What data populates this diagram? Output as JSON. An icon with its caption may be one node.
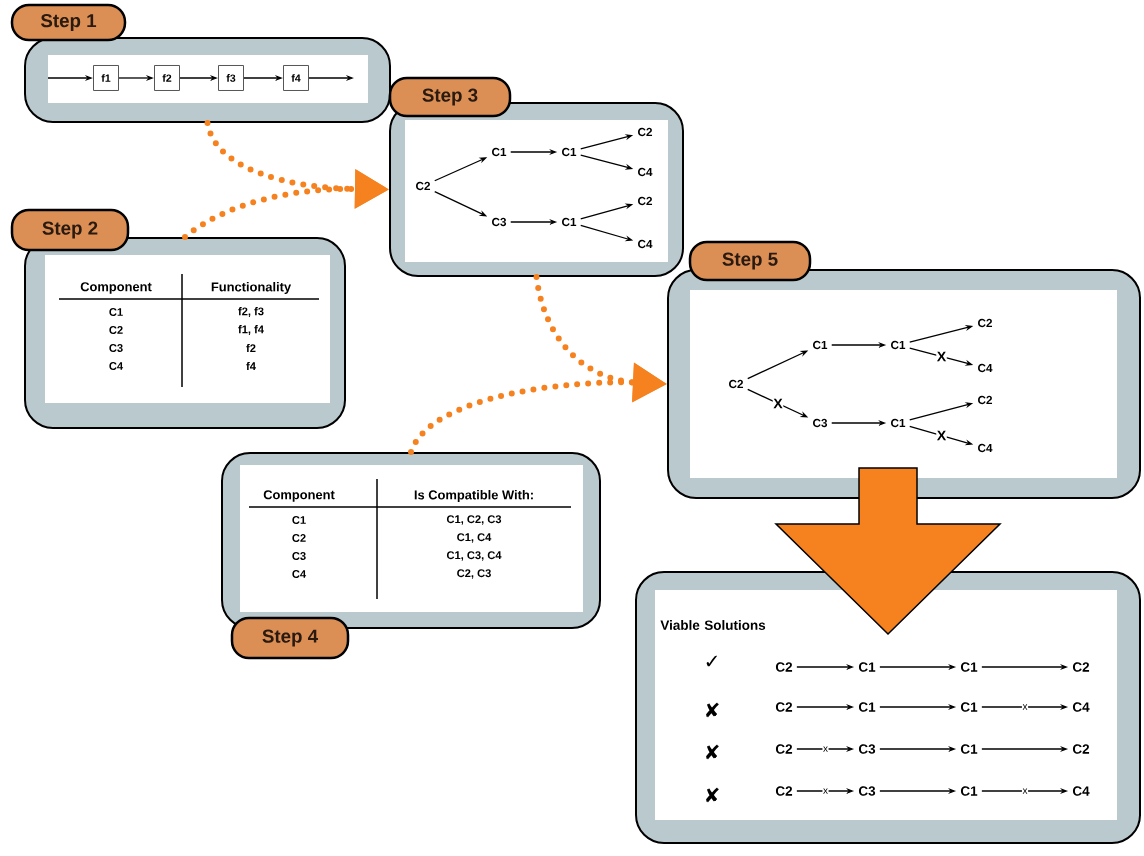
{
  "diagram": {
    "nodes": [
      {
        "text": [
          "Step 1"
        ]
      },
      {
        "text": [
          "f1"
        ],
        "in": 0
      },
      {
        "text": [
          "f2"
        ],
        "in": 0
      },
      {
        "text": [
          "f3"
        ],
        "in": 0
      },
      {
        "text": [
          "f4"
        ],
        "in": 0
      },
      {
        "text": [
          "Step 2"
        ]
      },
      {
        "text": [
          "Component",
          "Functionality",
          "C1",
          "f2, f3",
          "C2",
          "f1, f4",
          "C3",
          "f2",
          "C4",
          "f4"
        ],
        "in": 5
      },
      {
        "text": [
          "Step 3"
        ]
      },
      {
        "text": [
          "C2"
        ],
        "in": 7
      },
      {
        "text": [
          "C1"
        ],
        "in": 7
      },
      {
        "text": [
          "C1"
        ],
        "in": 7
      },
      {
        "text": [
          "C2"
        ],
        "in": 7
      },
      {
        "text": [
          "C4"
        ],
        "in": 7
      },
      {
        "text": [
          "C3"
        ],
        "in": 7
      },
      {
        "text": [
          "C1"
        ],
        "in": 7
      },
      {
        "text": [
          "C2"
        ],
        "in": 7
      },
      {
        "text": [
          "C4"
        ],
        "in": 7
      },
      {
        "text": [
          "Step 4"
        ]
      },
      {
        "text": [
          "Component",
          "Is Compatible With:",
          "C1",
          "C1, C2, C3",
          "C2",
          "C1, C4",
          "C3",
          "C1, C3, C4",
          "C4",
          "C2, C3"
        ],
        "in": 17
      },
      {
        "text": [
          "Step 5"
        ]
      },
      {
        "text": [
          "C2"
        ],
        "in": 19
      },
      {
        "text": [
          "C1"
        ],
        "in": 19
      },
      {
        "text": [
          "C1"
        ],
        "in": 19
      },
      {
        "text": [
          "C2"
        ],
        "in": 19
      },
      {
        "text": [
          "C4"
        ],
        "in": 19
      },
      {
        "text": [
          "C3"
        ],
        "in": 19
      },
      {
        "text": [
          "C1"
        ],
        "in": 19
      },
      {
        "text": [
          "C2"
        ],
        "in": 19
      },
      {
        "text": [
          "C4"
        ],
        "in": 19
      },
      {
        "text": [
          "Viable Solutions"
        ]
      },
      {
        "text": [
          "C2"
        ],
        "in": 29
      },
      {
        "text": [
          "C1"
        ],
        "in": 29
      },
      {
        "text": [
          "C1"
        ],
        "in": 29
      },
      {
        "text": [
          "C2"
        ],
        "in": 29
      },
      {
        "text": [
          "C2"
        ],
        "in": 29
      },
      {
        "text": [
          "C1"
        ],
        "in": 29
      },
      {
        "text": [
          "C1"
        ],
        "in": 29
      },
      {
        "text": [
          "C4"
        ],
        "in": 29
      },
      {
        "text": [
          "C2"
        ],
        "in": 29
      },
      {
        "text": [
          "C3"
        ],
        "in": 29
      },
      {
        "text": [
          "C1"
        ],
        "in": 29
      },
      {
        "text": [
          "C2"
        ],
        "in": 29
      },
      {
        "text": [
          "C2"
        ],
        "in": 29
      },
      {
        "text": [
          "C3"
        ],
        "in": 29
      },
      {
        "text": [
          "C1"
        ],
        "in": 29
      },
      {
        "text": [
          "C4"
        ],
        "in": 29
      }
    ],
    "edges": [
      {
        "from": null,
        "to": 1,
        "arrow": "to"
      },
      {
        "from": 1,
        "to": 2,
        "arrow": "to"
      },
      {
        "from": 2,
        "to": 3,
        "arrow": "to"
      },
      {
        "from": 3,
        "to": 4,
        "arrow": "to"
      },
      {
        "from": 4,
        "to": null,
        "arrow": "to"
      },
      {
        "from": 0,
        "to": 7,
        "arrow": "to",
        "style": "dashed",
        "color": "#f5821f"
      },
      {
        "from": 5,
        "to": 7,
        "arrow": "to",
        "style": "dashed",
        "color": "#f5821f"
      },
      {
        "from": 8,
        "to": 9,
        "arrow": "to"
      },
      {
        "from": 9,
        "to": 10,
        "arrow": "to"
      },
      {
        "from": 10,
        "to": 11,
        "arrow": "to"
      },
      {
        "from": 10,
        "to": 12,
        "arrow": "to"
      },
      {
        "from": 8,
        "to": 13,
        "arrow": "to"
      },
      {
        "from": 13,
        "to": 14,
        "arrow": "to"
      },
      {
        "from": 14,
        "to": 15,
        "arrow": "to"
      },
      {
        "from": 14,
        "to": 16,
        "arrow": "to"
      },
      {
        "from": 7,
        "to": 19,
        "arrow": "to",
        "style": "dashed",
        "color": "#f5821f"
      },
      {
        "from": 17,
        "to": 19,
        "arrow": "to",
        "style": "dashed",
        "color": "#f5821f"
      },
      {
        "from": 20,
        "to": 21,
        "arrow": "to"
      },
      {
        "from": 21,
        "to": 22,
        "arrow": "to"
      },
      {
        "from": 22,
        "to": 23,
        "arrow": "to"
      },
      {
        "from": 22,
        "to": 24,
        "arrow": "to",
        "label": "X"
      },
      {
        "from": 20,
        "to": 25,
        "arrow": "to",
        "label": "X"
      },
      {
        "from": 25,
        "to": 26,
        "arrow": "to"
      },
      {
        "from": 26,
        "to": 27,
        "arrow": "to"
      },
      {
        "from": 26,
        "to": 28,
        "arrow": "to",
        "label": "X"
      },
      {
        "from": 19,
        "to": 29,
        "arrow": "to",
        "style": "thick",
        "color": "#f5821f"
      },
      {
        "from": 30,
        "to": 31,
        "arrow": "to"
      },
      {
        "from": 31,
        "to": 32,
        "arrow": "to"
      },
      {
        "from": 32,
        "to": 33,
        "arrow": "to"
      },
      {
        "from": 34,
        "to": 35,
        "arrow": "to"
      },
      {
        "from": 35,
        "to": 36,
        "arrow": "to"
      },
      {
        "from": 36,
        "to": 37,
        "arrow": "to",
        "label": "x"
      },
      {
        "from": 38,
        "to": 39,
        "arrow": "to",
        "label": "x"
      },
      {
        "from": 39,
        "to": 40,
        "arrow": "to"
      },
      {
        "from": 40,
        "to": 41,
        "arrow": "to"
      },
      {
        "from": 42,
        "to": 43,
        "arrow": "to",
        "label": "x"
      },
      {
        "from": 43,
        "to": 44,
        "arrow": "to"
      },
      {
        "from": 44,
        "to": 45,
        "arrow": "to",
        "label": "x"
      }
    ],
    "labels": [
      "✓",
      "✘",
      "✘",
      "✘"
    ]
  }
}
